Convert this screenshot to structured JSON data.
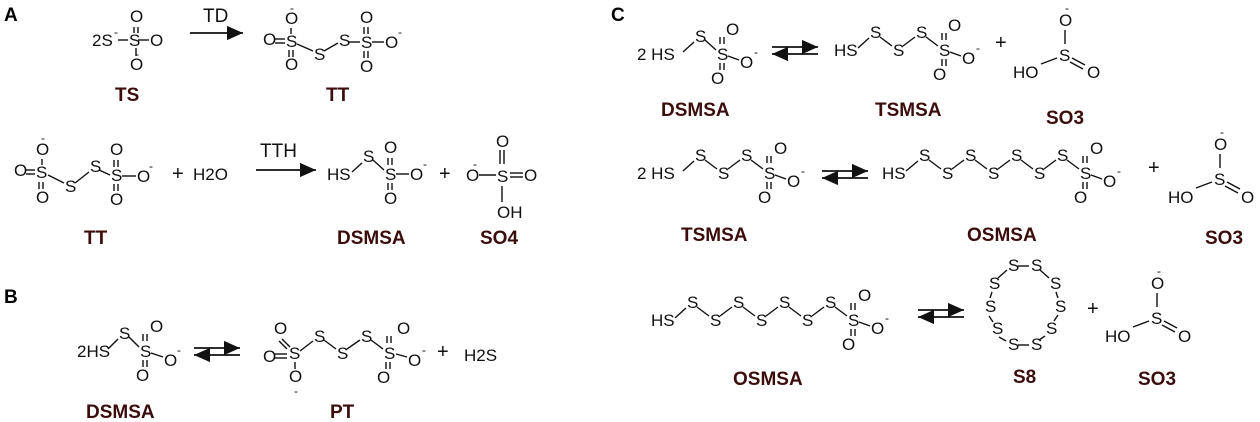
{
  "panels": {
    "a": "A",
    "b": "B",
    "c": "C"
  },
  "enzymes": {
    "td": "TD",
    "tth": "TTH"
  },
  "atoms": {
    "S": "S",
    "O": "O",
    "SH": "HS",
    "OH": "OH",
    "HO": "HO",
    "H2O": "H2O",
    "H2S": "H2S",
    "coef2": "2",
    "coef2S": "2S",
    "coef2HS": "2HS",
    "coef2sp": "2 HS",
    "minus": "-",
    "plus": "+"
  },
  "labels": {
    "ts": "TS",
    "tt": "TT",
    "dsmsa": "DSMSA",
    "so4": "SO4",
    "so3": "SO3",
    "pt": "PT",
    "tsmsa": "TSMSA",
    "osmsa": "OSMSA",
    "s8": "S8"
  }
}
